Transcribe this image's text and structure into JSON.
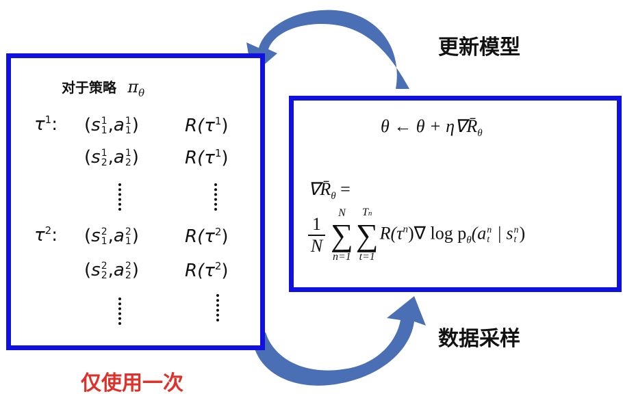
{
  "labels": {
    "update_model": "更新模型",
    "data_sampling": "数据采样",
    "use_once": "仅使用一次"
  },
  "colors": {
    "box_border": "#1010e0",
    "arrow": "#4a6fb5",
    "use_once": "#e0302a"
  },
  "left": {
    "title": "对于策略",
    "policy": "π",
    "policy_sub": "θ",
    "tau": "τ",
    "colon": ":",
    "s": "s",
    "a": "a",
    "open": "(",
    "comma": ",",
    "close": ")",
    "R_open": "R(τ",
    "trajectories": [
      {
        "index": "1",
        "rows": [
          {
            "step": "1"
          },
          {
            "step": "2"
          }
        ]
      },
      {
        "index": "2",
        "rows": [
          {
            "step": "1"
          },
          {
            "step": "2"
          }
        ]
      }
    ]
  },
  "right": {
    "update_rule": "θ ← θ + η∇R̄",
    "update_rule_sub": "θ",
    "grad_lhs": "∇R̄",
    "grad_lhs_sub": "θ",
    "equals": "=",
    "frac_num": "1",
    "frac_den": "N",
    "sum1_top": "N",
    "sum1_bottom": "n=1",
    "sum2_top": "T",
    "sum2_top_sub": "n",
    "sum2_bottom": "t=1",
    "sigma": "∑",
    "term1": "R(τ",
    "term1_sup": "n",
    "term2": ")∇ log p",
    "term2_sub": "θ",
    "term3": "(a",
    "term3_sup": "n",
    "term3_sub": "t",
    "term4": " | s",
    "term4_sup": "n",
    "term4_sub": "t",
    "term5": ")"
  }
}
